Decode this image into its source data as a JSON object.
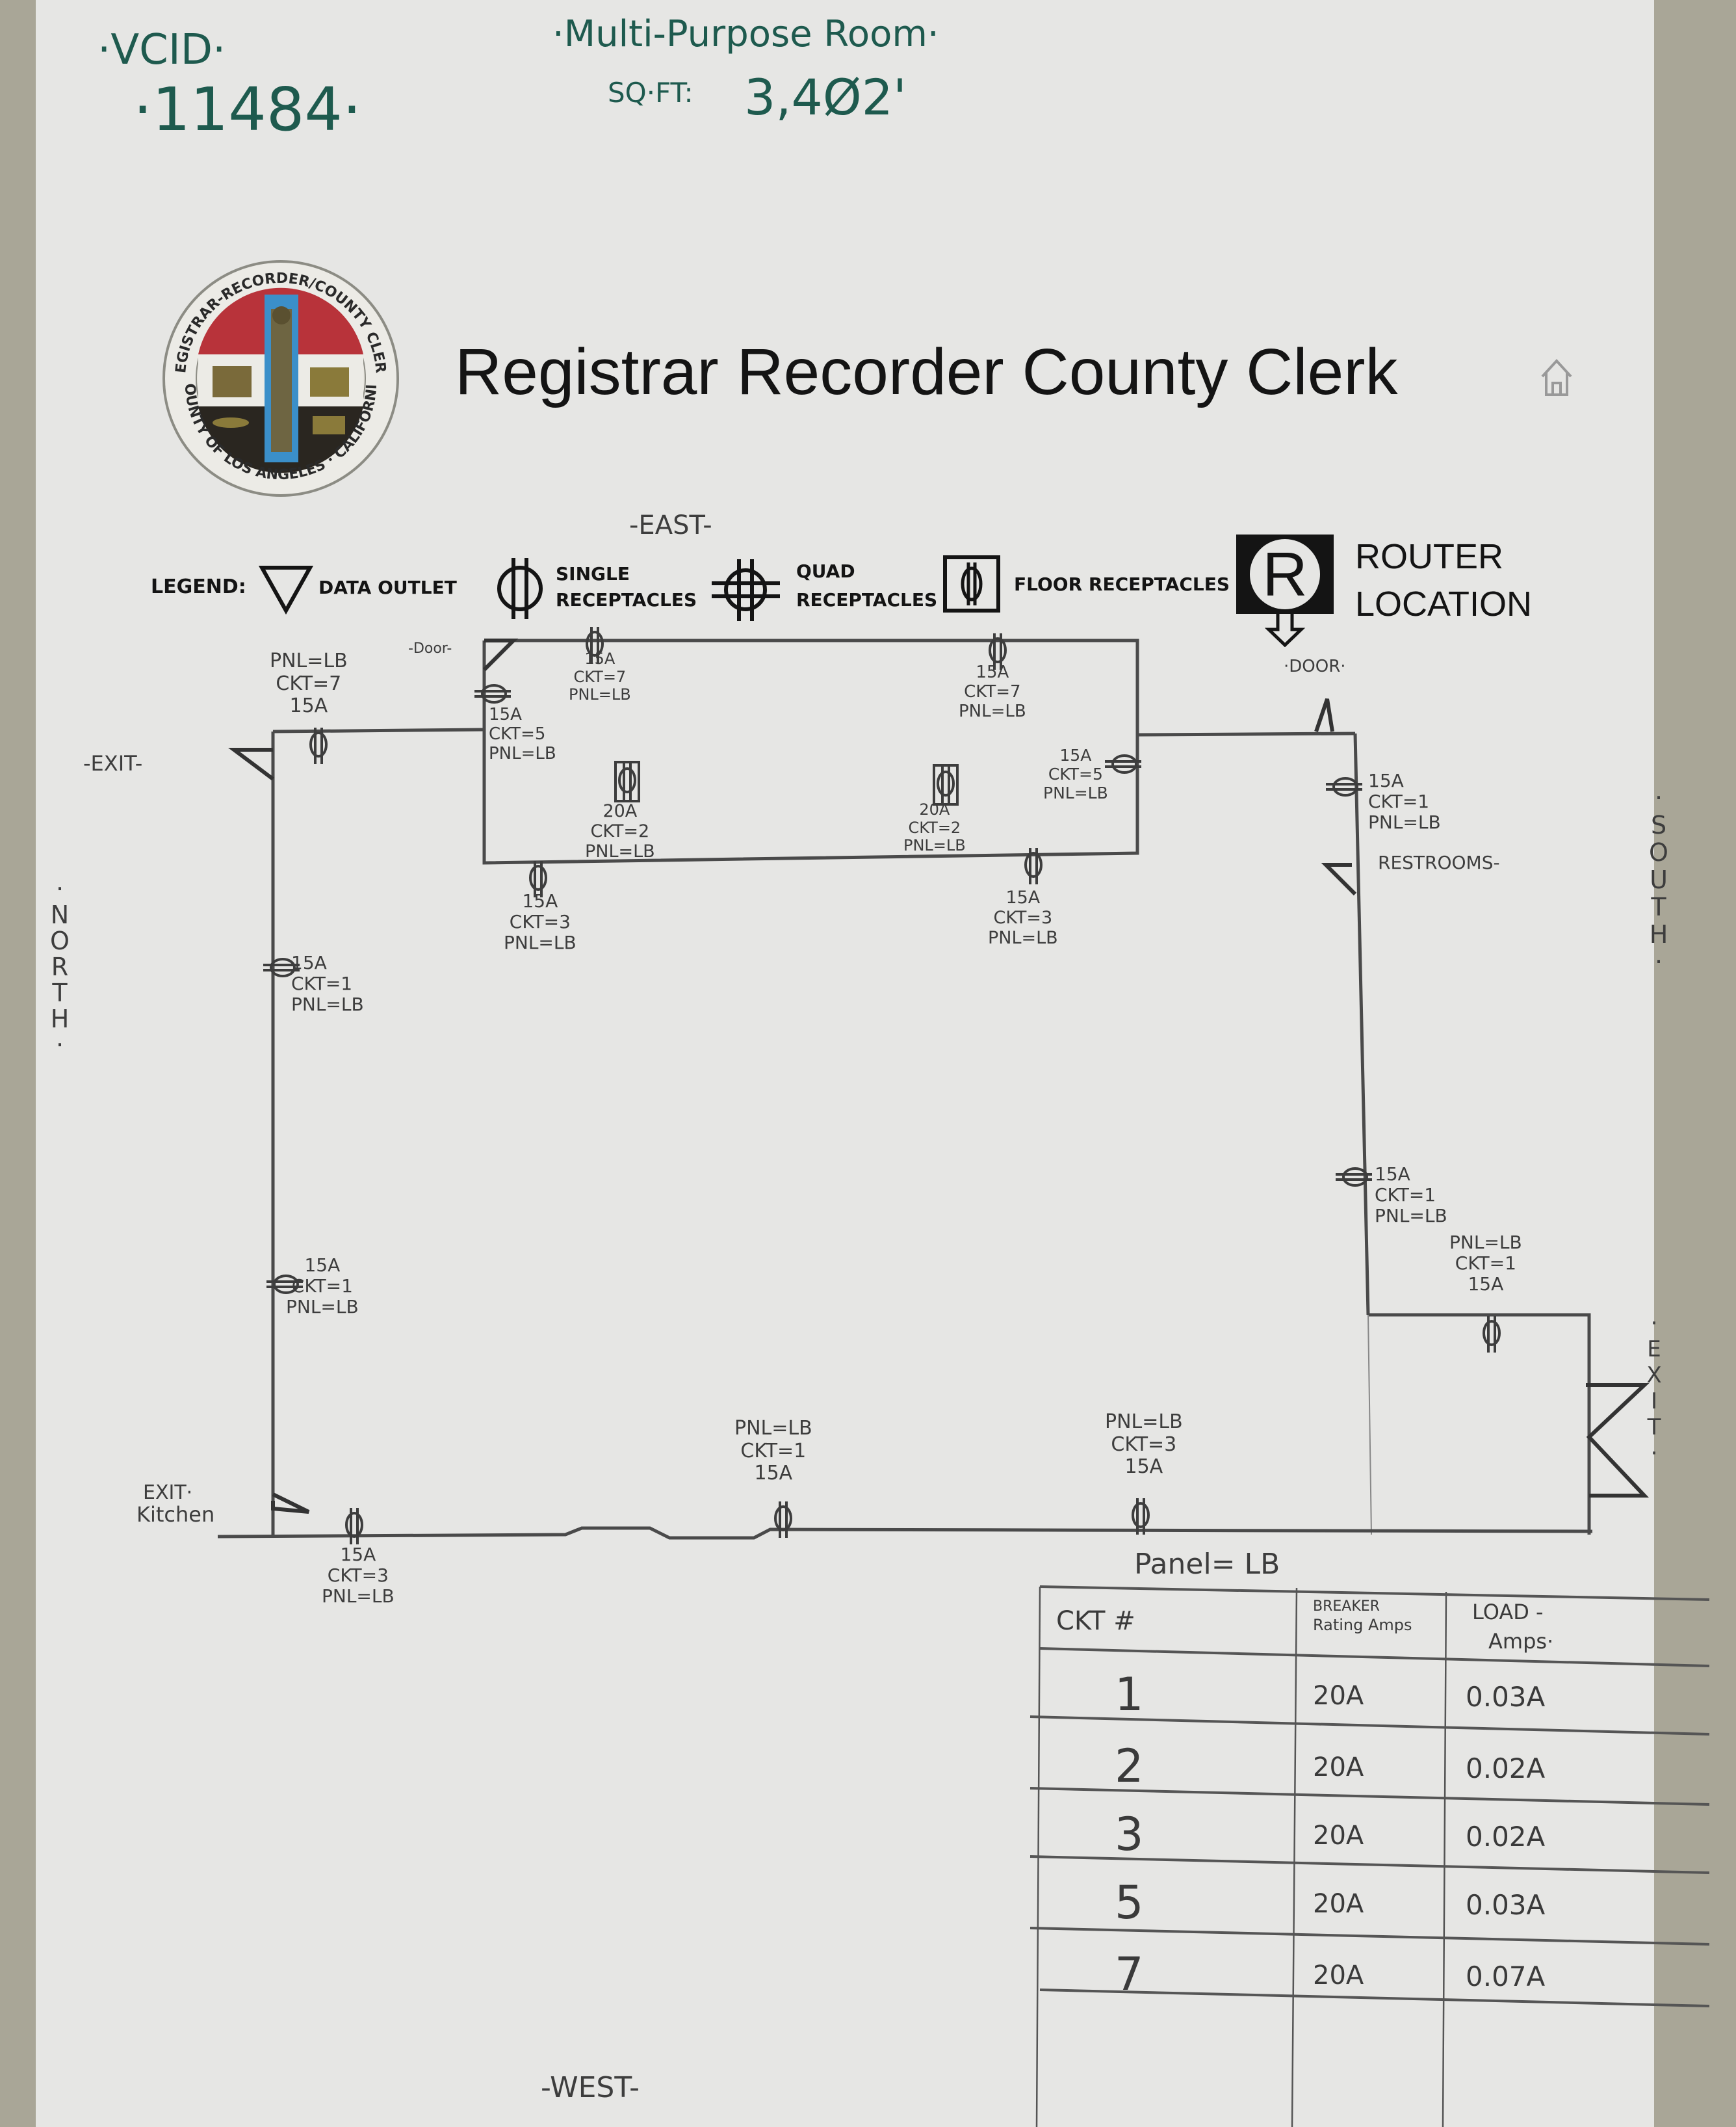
{
  "header": {
    "vcid_label": "·VCID·",
    "vcid_value": "·11484·",
    "room_name": "·Multi-Purpose Room·",
    "sqft_label": "SQ·FT:",
    "sqft_value": "3,4Ø2'",
    "title": "Registrar Recorder County Clerk",
    "seal_text_top": "REGISTRAR-RECORDER/COUNTY CLERK",
    "seal_text_bottom": "COUNTY OF LOS ANGELES · CALIFORNIA",
    "home_icon": "home-icon"
  },
  "legend": {
    "label": "LEGEND:",
    "items": [
      {
        "icon": "data-outlet-triangle-icon",
        "label": "DATA OUTLET"
      },
      {
        "icon": "single-receptacle-icon",
        "label_line1": "SINGLE",
        "label_line2": "RECEPTACLES"
      },
      {
        "icon": "quad-receptacle-icon",
        "label_line1": "QUAD",
        "label_line2": "RECEPTACLES"
      },
      {
        "icon": "floor-receptacle-icon",
        "label": "FLOOR RECEPTACLES"
      },
      {
        "icon": "router-location-icon",
        "label_line1": "ROUTER",
        "label_line2": "LOCATION"
      }
    ]
  },
  "compass": {
    "east": "-EAST-",
    "west": "-WEST-",
    "north": "·NORTH·",
    "south": "·SOUTH·"
  },
  "plan_labels": {
    "exit_left": "-EXIT-",
    "door_top_left": "-Door-",
    "door_top_right": "·DOOR·",
    "restrooms": "RESTROOMS-",
    "exit_kitchen_line1": "EXIT·",
    "exit_kitchen_line2": "Kitchen",
    "exit_right": "·EXIT·"
  },
  "receptacles": [
    {
      "type": "single",
      "location": "north-wall-top",
      "lines": [
        "PNL=LB",
        "CKT=7",
        "15A"
      ]
    },
    {
      "type": "single",
      "location": "inner-top-left",
      "lines": [
        "15A",
        "CKT=7",
        "PNL=LB"
      ]
    },
    {
      "type": "quad",
      "location": "inner-left-wall",
      "lines": [
        "15A",
        "CKT=5",
        "PNL=LB"
      ]
    },
    {
      "type": "floor",
      "location": "inner-floor-left",
      "lines": [
        "20A",
        "CKT=2",
        "PNL=LB"
      ]
    },
    {
      "type": "single",
      "location": "inner-top-right",
      "lines": [
        "15A",
        "CKT=7",
        "PNL=LB"
      ]
    },
    {
      "type": "floor",
      "location": "inner-floor-right",
      "lines": [
        "20A",
        "CKT=2",
        "PNL=LB"
      ]
    },
    {
      "type": "quad",
      "location": "inner-right-wall",
      "lines": [
        "15A",
        "CKT=5",
        "PNL=LB"
      ]
    },
    {
      "type": "single",
      "location": "inner-bottom-left",
      "lines": [
        "15A",
        "CKT=3",
        "PNL=LB"
      ]
    },
    {
      "type": "single",
      "location": "inner-bottom-right",
      "lines": [
        "15A",
        "CKT=3",
        "PNL=LB"
      ]
    },
    {
      "type": "quad",
      "location": "south-wall-upper",
      "lines": [
        "15A",
        "CKT=1",
        "PNL=LB"
      ]
    },
    {
      "type": "quad",
      "location": "north-wall-upper",
      "lines": [
        "15A",
        "CKT=1",
        "PNL=LB"
      ]
    },
    {
      "type": "quad",
      "location": "north-wall-lower",
      "lines": [
        "15A",
        "CKT=1",
        "PNL=LB"
      ]
    },
    {
      "type": "quad",
      "location": "south-wall-lower",
      "lines": [
        "15A",
        "CKT=1",
        "PNL=LB"
      ]
    },
    {
      "type": "single",
      "location": "south-alcove",
      "lines": [
        "PNL=LB",
        "CKT=1",
        "15A"
      ]
    },
    {
      "type": "single",
      "location": "west-wall-left",
      "lines": [
        "15A",
        "CKT=3",
        "PNL=LB"
      ]
    },
    {
      "type": "single",
      "location": "west-wall-center",
      "lines": [
        "PNL=LB",
        "CKT=1",
        "15A"
      ]
    },
    {
      "type": "single",
      "location": "west-wall-right",
      "lines": [
        "PNL=LB",
        "CKT=3",
        "15A"
      ]
    }
  ],
  "panel_table": {
    "title": "Panel= LB",
    "headers": {
      "ckt": "CKT #",
      "breaker_line1": "BREAKER",
      "breaker_line2": "Rating Amps",
      "load_line1": "LOAD -",
      "load_line2": "Amps·"
    },
    "rows": [
      {
        "ckt": "1",
        "breaker": "20A",
        "load": "0.03A"
      },
      {
        "ckt": "2",
        "breaker": "20A",
        "load": "0.02A"
      },
      {
        "ckt": "3",
        "breaker": "20A",
        "load": "0.02A"
      },
      {
        "ckt": "5",
        "breaker": "20A",
        "load": "0.03A"
      },
      {
        "ckt": "7",
        "breaker": "20A",
        "load": "0.07A"
      },
      {
        "ckt": "",
        "breaker": "",
        "load": ""
      }
    ]
  },
  "colors": {
    "paper": "#e6e6e4",
    "background": "#a9a697",
    "pencil": "#4a4a4a",
    "ink_green": "#1e5a4e",
    "seal_red": "#b8333a",
    "seal_blue": "#3b8fc9",
    "seal_gold": "#8a7a3a"
  }
}
